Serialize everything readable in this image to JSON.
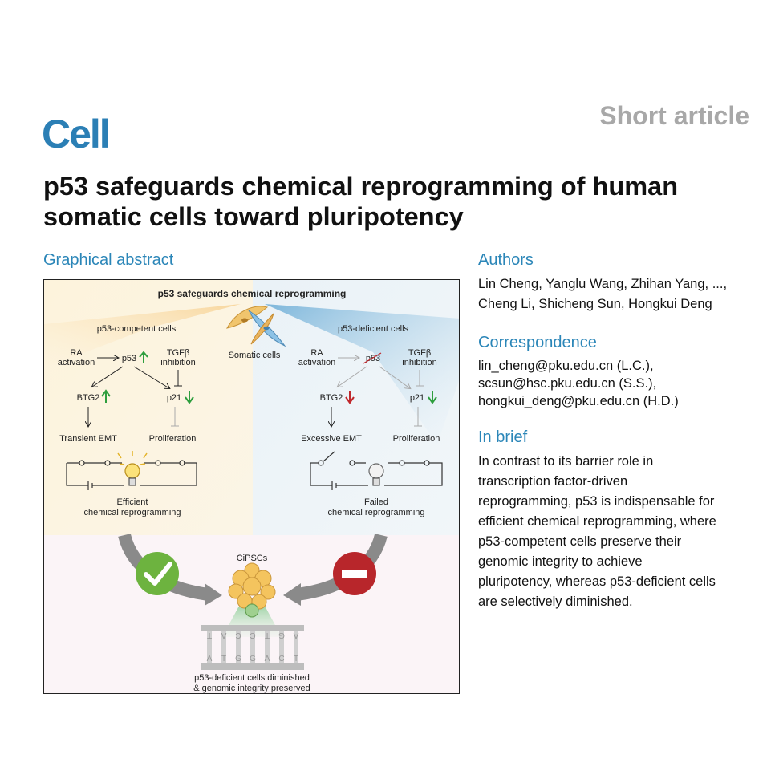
{
  "journal": "Cell",
  "article_type": "Short article",
  "title": "p53 safeguards chemical reprogramming of human somatic cells toward pluripotency",
  "graphical_abstract": {
    "heading": "Graphical abstract",
    "figure_title": "p53 safeguards chemical reprogramming",
    "left_panel": {
      "label": "p53-competent cells",
      "ra": [
        "RA",
        "activation"
      ],
      "p53": "p53",
      "tgfb": [
        "TGFβ",
        "inhibition"
      ],
      "btg2": "BTG2",
      "p21": "p21",
      "emt": "Transient EMT",
      "proliferation": "Proliferation",
      "outcome": [
        "Efficient",
        "chemical reprogramming"
      ]
    },
    "center_label": "Somatic cells",
    "right_panel": {
      "label": "p53-deficient cells",
      "ra": [
        "RA",
        "activation"
      ],
      "p53": "p53",
      "tgfb": [
        "TGFβ",
        "inhibition"
      ],
      "btg2": "BTG2",
      "p21": "p21",
      "emt": "Excessive EMT",
      "proliferation": "Proliferation",
      "outcome": [
        "Failed",
        "chemical reprogramming"
      ]
    },
    "cipscs_label": "CiPSCs",
    "dna_top": [
      "T",
      "A",
      "C",
      "C",
      "T",
      "G",
      "A"
    ],
    "dna_bottom": [
      "A",
      "T",
      "G",
      "G",
      "A",
      "C",
      "T"
    ],
    "bottom_caption": [
      "p53-deficient cells diminished",
      "& genomic integrity preserved"
    ],
    "colors": {
      "up_arrow": "#2e9e3e",
      "down_arrow_green": "#2e9e3e",
      "down_arrow_red": "#c0282c",
      "check": "#6db33f",
      "stop": "#b8262b"
    }
  },
  "authors": {
    "heading": "Authors",
    "lines": [
      "Lin Cheng, Yanglu Wang, Zhihan Yang, ...,",
      "Cheng Li, Shicheng Sun, Hongkui Deng"
    ]
  },
  "correspondence": {
    "heading": "Correspondence",
    "lines": [
      "lin_cheng@pku.edu.cn (L.C.),",
      "scsun@hsc.pku.edu.cn (S.S.),",
      "hongkui_deng@pku.edu.cn (H.D.)"
    ]
  },
  "in_brief": {
    "heading": "In brief",
    "lines": [
      "In contrast to its barrier role in",
      "transcription factor-driven",
      "reprogramming, p53 is indispensable for",
      "efficient chemical reprogramming, where",
      "p53-competent cells preserve their",
      "genomic integrity to achieve",
      "pluripotency, whereas p53-deficient cells",
      "are selectively diminished."
    ]
  }
}
